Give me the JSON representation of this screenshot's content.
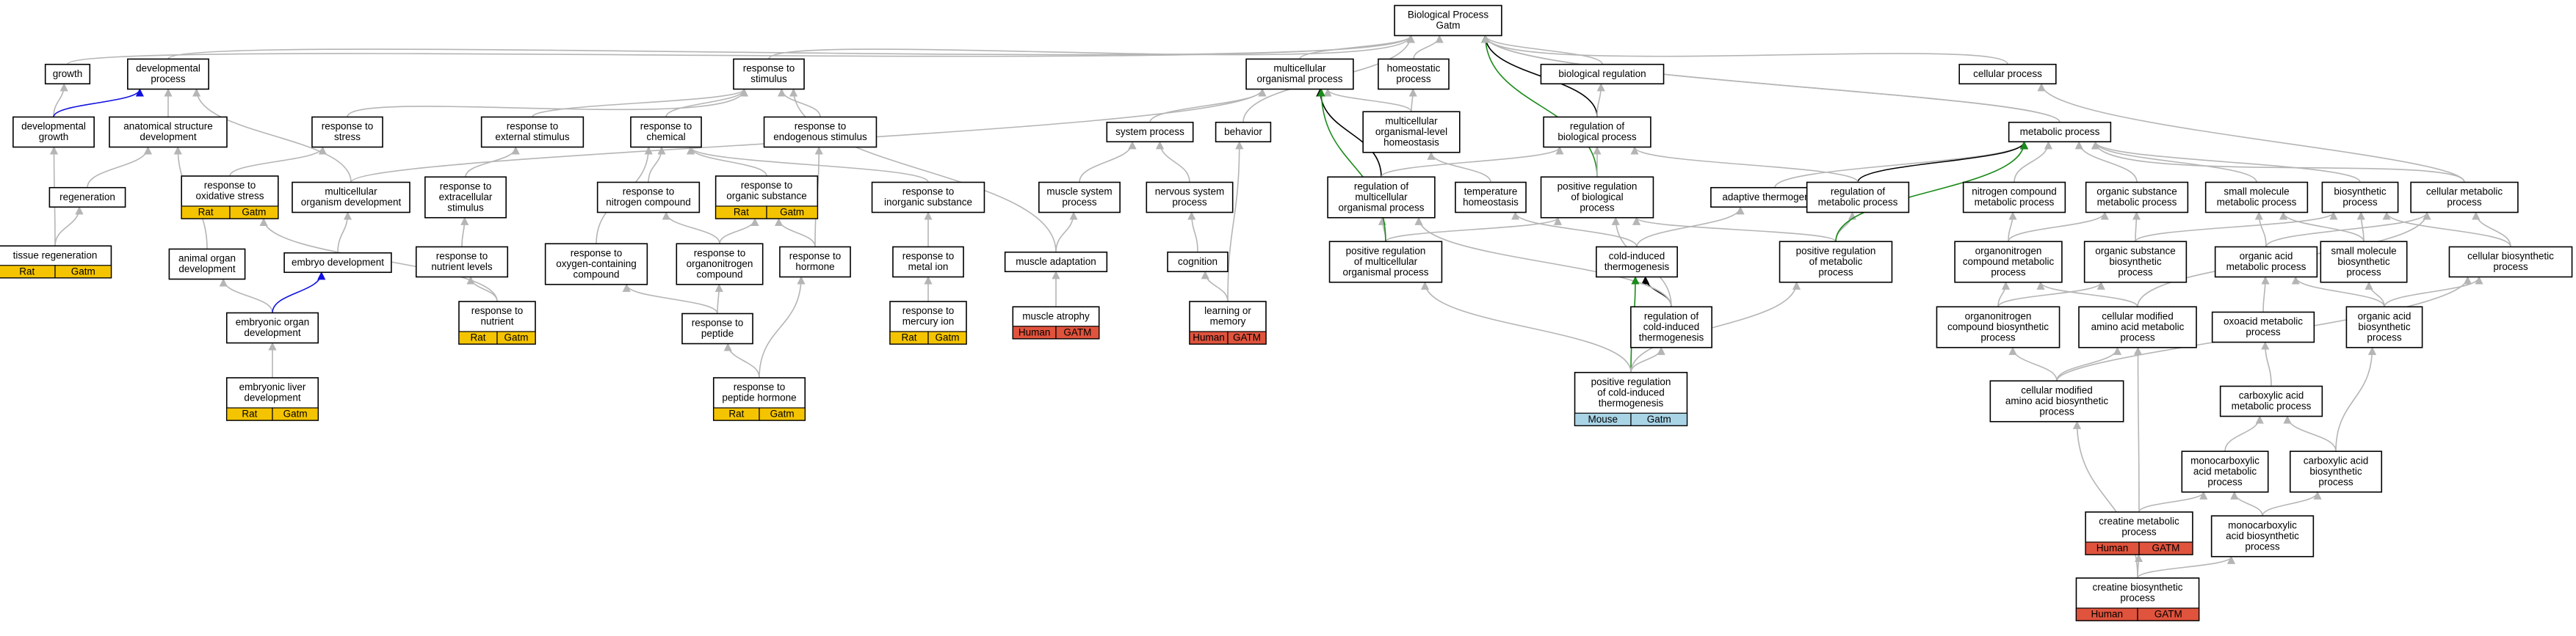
{
  "colors": {
    "edge_default": "#b5b5b5",
    "edge_blue": "#1010e0",
    "edge_black": "#000000",
    "edge_green": "#1a8a1a",
    "rat": "#f5c400",
    "human": "#e0533d",
    "mouse": "#a9d4e6"
  },
  "nodes": [
    {
      "id": "bp",
      "lines": [
        "Biological Process",
        "Gatm"
      ]
    },
    {
      "id": "growth",
      "lines": [
        "growth"
      ]
    },
    {
      "id": "devproc",
      "lines": [
        "developmental",
        "process"
      ]
    },
    {
      "id": "rstim",
      "lines": [
        "response to",
        "stimulus"
      ]
    },
    {
      "id": "multiorg",
      "lines": [
        "multicellular",
        "organismal process"
      ]
    },
    {
      "id": "homeo",
      "lines": [
        "homeostatic",
        "process"
      ]
    },
    {
      "id": "bioreg",
      "lines": [
        "biological regulation"
      ]
    },
    {
      "id": "cellproc",
      "lines": [
        "cellular process"
      ]
    },
    {
      "id": "devgrowth",
      "lines": [
        "developmental",
        "growth"
      ]
    },
    {
      "id": "anatdev",
      "lines": [
        "anatomical structure",
        "development"
      ]
    },
    {
      "id": "rstress",
      "lines": [
        "response to",
        "stress"
      ]
    },
    {
      "id": "rext",
      "lines": [
        "response to",
        "external stimulus"
      ]
    },
    {
      "id": "rchem",
      "lines": [
        "response to",
        "chemical"
      ]
    },
    {
      "id": "rendo",
      "lines": [
        "response to",
        "endogenous stimulus"
      ]
    },
    {
      "id": "sysproc",
      "lines": [
        "system process"
      ]
    },
    {
      "id": "behavior",
      "lines": [
        "behavior"
      ]
    },
    {
      "id": "multiorglevel",
      "lines": [
        "multicellular",
        "organismal-level",
        "homeostasis"
      ]
    },
    {
      "id": "regbio",
      "lines": [
        "regulation of",
        "biological process"
      ]
    },
    {
      "id": "metab",
      "lines": [
        "metabolic process"
      ]
    },
    {
      "id": "regen",
      "lines": [
        "regeneration"
      ]
    },
    {
      "id": "roxid",
      "lines": [
        "response to",
        "oxidative stress"
      ],
      "tag": {
        "species": "Rat",
        "gene": "Gatm"
      }
    },
    {
      "id": "multidev",
      "lines": [
        "multicellular",
        "organism development"
      ]
    },
    {
      "id": "rextcell",
      "lines": [
        "response to",
        "extracellular",
        "stimulus"
      ]
    },
    {
      "id": "rnitro",
      "lines": [
        "response to",
        "nitrogen compound"
      ]
    },
    {
      "id": "rorgsub",
      "lines": [
        "response to",
        "organic substance"
      ],
      "tag": {
        "species": "Rat",
        "gene": "Gatm"
      }
    },
    {
      "id": "rinorg",
      "lines": [
        "response to",
        "inorganic substance"
      ]
    },
    {
      "id": "musclesys",
      "lines": [
        "muscle system",
        "process"
      ]
    },
    {
      "id": "nervsys",
      "lines": [
        "nervous system",
        "process"
      ]
    },
    {
      "id": "regmulti",
      "lines": [
        "regulation of",
        "multicellular",
        "organismal process"
      ]
    },
    {
      "id": "temphomeo",
      "lines": [
        "temperature",
        "homeostasis"
      ]
    },
    {
      "id": "posregbio",
      "lines": [
        "positive regulation",
        "of biological",
        "process"
      ]
    },
    {
      "id": "adaptthermo",
      "lines": [
        "adaptive thermogenesis"
      ]
    },
    {
      "id": "regmetab",
      "lines": [
        "regulation of",
        "metabolic process"
      ]
    },
    {
      "id": "nitrometab",
      "lines": [
        "nitrogen compound",
        "metabolic process"
      ]
    },
    {
      "id": "orgsubmetab",
      "lines": [
        "organic substance",
        "metabolic process"
      ]
    },
    {
      "id": "smallmol",
      "lines": [
        "small molecule",
        "metabolic process"
      ]
    },
    {
      "id": "biosynth",
      "lines": [
        "biosynthetic",
        "process"
      ]
    },
    {
      "id": "cellmetab",
      "lines": [
        "cellular metabolic",
        "process"
      ]
    },
    {
      "id": "tissueregen",
      "lines": [
        "tissue regeneration"
      ],
      "tag": {
        "species": "Rat",
        "gene": "Gatm"
      }
    },
    {
      "id": "animorgan",
      "lines": [
        "animal organ",
        "development"
      ]
    },
    {
      "id": "embryodev",
      "lines": [
        "embryo development"
      ]
    },
    {
      "id": "rnutlev",
      "lines": [
        "response to",
        "nutrient levels"
      ]
    },
    {
      "id": "roxy",
      "lines": [
        "response to",
        "oxygen-containing",
        "compound"
      ]
    },
    {
      "id": "rorganonitro",
      "lines": [
        "response to",
        "organonitrogen",
        "compound"
      ]
    },
    {
      "id": "rhormone",
      "lines": [
        "response to",
        "hormone"
      ]
    },
    {
      "id": "rmetalion",
      "lines": [
        "response to",
        "metal ion"
      ]
    },
    {
      "id": "muscleadapt",
      "lines": [
        "muscle adaptation"
      ]
    },
    {
      "id": "cognition",
      "lines": [
        "cognition"
      ]
    },
    {
      "id": "posregmulti",
      "lines": [
        "positive regulation",
        "of multicellular",
        "organismal process"
      ]
    },
    {
      "id": "coldthermo",
      "lines": [
        "cold-induced",
        "thermogenesis"
      ]
    },
    {
      "id": "posregmetab",
      "lines": [
        "positive regulation",
        "of metabolic",
        "process"
      ]
    },
    {
      "id": "organonitrometab",
      "lines": [
        "organonitrogen",
        "compound metabolic",
        "process"
      ]
    },
    {
      "id": "orgsubbiosynth",
      "lines": [
        "organic substance",
        "biosynthetic",
        "process"
      ]
    },
    {
      "id": "orgacidmetab",
      "lines": [
        "organic acid",
        "metabolic process"
      ]
    },
    {
      "id": "smallmolbio",
      "lines": [
        "small molecule",
        "biosynthetic",
        "process"
      ]
    },
    {
      "id": "cellbiosynth",
      "lines": [
        "cellular biosynthetic",
        "process"
      ]
    },
    {
      "id": "rnutrient",
      "lines": [
        "response to",
        "nutrient"
      ],
      "tag": {
        "species": "Rat",
        "gene": "Gatm"
      }
    },
    {
      "id": "rpeptide",
      "lines": [
        "response to",
        "peptide"
      ]
    },
    {
      "id": "rmercury",
      "lines": [
        "response to",
        "mercury ion"
      ],
      "tag": {
        "species": "Rat",
        "gene": "Gatm"
      }
    },
    {
      "id": "muscleatrophy",
      "lines": [
        "muscle atrophy"
      ],
      "tag": {
        "species": "Human",
        "gene": "GATM"
      }
    },
    {
      "id": "learnmem",
      "lines": [
        "learning or",
        "memory"
      ],
      "tag": {
        "species": "Human",
        "gene": "GATM"
      }
    },
    {
      "id": "regcoldthermo",
      "lines": [
        "regulation of",
        "cold-induced",
        "thermogenesis"
      ]
    },
    {
      "id": "embryoorgan",
      "lines": [
        "embryonic organ",
        "development"
      ]
    },
    {
      "id": "organonitrobio",
      "lines": [
        "organonitrogen",
        "compound biosynthetic",
        "process"
      ]
    },
    {
      "id": "cellmodaa",
      "lines": [
        "cellular modified",
        "amino acid metabolic",
        "process"
      ]
    },
    {
      "id": "oxoacid",
      "lines": [
        "oxoacid metabolic",
        "process"
      ]
    },
    {
      "id": "orgacidbio",
      "lines": [
        "organic acid",
        "biosynthetic",
        "process"
      ]
    },
    {
      "id": "embryoliver",
      "lines": [
        "embryonic liver",
        "development"
      ],
      "tag": {
        "species": "Rat",
        "gene": "Gatm"
      }
    },
    {
      "id": "rpephormone",
      "lines": [
        "response to",
        "peptide hormone"
      ],
      "tag": {
        "species": "Rat",
        "gene": "Gatm"
      }
    },
    {
      "id": "posregcold",
      "lines": [
        "positive regulation",
        "of cold-induced",
        "thermogenesis"
      ],
      "tag": {
        "species": "Mouse",
        "gene": "Gatm"
      }
    },
    {
      "id": "cellmodaabio",
      "lines": [
        "cellular modified",
        "amino acid biosynthetic",
        "process"
      ]
    },
    {
      "id": "carboxmetab",
      "lines": [
        "carboxylic acid",
        "metabolic process"
      ]
    },
    {
      "id": "monocarbmetab",
      "lines": [
        "monocarboxylic",
        "acid metabolic",
        "process"
      ]
    },
    {
      "id": "carbbio",
      "lines": [
        "carboxylic acid",
        "biosynthetic",
        "process"
      ]
    },
    {
      "id": "creatmetab",
      "lines": [
        "creatine metabolic",
        "process"
      ],
      "tag": {
        "species": "Human",
        "gene": "GATM"
      }
    },
    {
      "id": "monocarbbio",
      "lines": [
        "monocarboxylic",
        "acid biosynthetic",
        "process"
      ]
    },
    {
      "id": "creatbio",
      "lines": [
        "creatine biosynthetic",
        "process"
      ],
      "tag": {
        "species": "Human",
        "gene": "GATM"
      }
    }
  ],
  "edges": [
    {
      "from": "growth",
      "to": "bp"
    },
    {
      "from": "devproc",
      "to": "bp"
    },
    {
      "from": "rstim",
      "to": "bp"
    },
    {
      "from": "multiorg",
      "to": "bp"
    },
    {
      "from": "homeo",
      "to": "bp"
    },
    {
      "from": "bioreg",
      "to": "bp"
    },
    {
      "from": "cellproc",
      "to": "bp"
    },
    {
      "from": "metab",
      "to": "bp"
    },
    {
      "from": "regbio",
      "to": "bp",
      "kind": "black"
    },
    {
      "from": "posregbio",
      "to": "bp",
      "kind": "green"
    },
    {
      "from": "devgrowth",
      "to": "growth"
    },
    {
      "from": "devgrowth",
      "to": "devproc",
      "kind": "blue"
    },
    {
      "from": "anatdev",
      "to": "devproc"
    },
    {
      "from": "rstress",
      "to": "rstim"
    },
    {
      "from": "rext",
      "to": "rstim"
    },
    {
      "from": "rchem",
      "to": "rstim"
    },
    {
      "from": "rendo",
      "to": "rstim"
    },
    {
      "from": "sysproc",
      "to": "multiorg"
    },
    {
      "from": "behavior",
      "to": "bp"
    },
    {
      "from": "multiorglevel",
      "to": "multiorg"
    },
    {
      "from": "multiorglevel",
      "to": "homeo"
    },
    {
      "from": "regbio",
      "to": "bioreg"
    },
    {
      "from": "metab",
      "to": "bp"
    },
    {
      "from": "regen",
      "to": "anatdev"
    },
    {
      "from": "roxid",
      "to": "rstress"
    },
    {
      "from": "multidev",
      "to": "devproc"
    },
    {
      "from": "multidev",
      "to": "multiorg"
    },
    {
      "from": "rextcell",
      "to": "rext"
    },
    {
      "from": "rnitro",
      "to": "rchem"
    },
    {
      "from": "rorgsub",
      "to": "rchem"
    },
    {
      "from": "rinorg",
      "to": "rchem"
    },
    {
      "from": "musclesys",
      "to": "sysproc"
    },
    {
      "from": "nervsys",
      "to": "sysproc"
    },
    {
      "from": "regmulti",
      "to": "multiorg",
      "kind": "black"
    },
    {
      "from": "regmulti",
      "to": "regbio"
    },
    {
      "from": "temphomeo",
      "to": "multiorglevel"
    },
    {
      "from": "posregbio",
      "to": "regbio"
    },
    {
      "from": "adaptthermo",
      "to": "metab"
    },
    {
      "from": "regmetab",
      "to": "metab",
      "kind": "black"
    },
    {
      "from": "regmetab",
      "to": "regbio"
    },
    {
      "from": "nitrometab",
      "to": "metab"
    },
    {
      "from": "orgsubmetab",
      "to": "metab"
    },
    {
      "from": "smallmol",
      "to": "metab"
    },
    {
      "from": "biosynth",
      "to": "metab"
    },
    {
      "from": "cellmetab",
      "to": "metab"
    },
    {
      "from": "cellmetab",
      "to": "cellproc"
    },
    {
      "from": "tissueregen",
      "to": "regen"
    },
    {
      "from": "tissueregen",
      "to": "devgrowth"
    },
    {
      "from": "animorgan",
      "to": "anatdev"
    },
    {
      "from": "embryodev",
      "to": "multidev"
    },
    {
      "from": "rnutlev",
      "to": "rextcell"
    },
    {
      "from": "roxy",
      "to": "rchem"
    },
    {
      "from": "rorganonitro",
      "to": "rnitro"
    },
    {
      "from": "rorganonitro",
      "to": "rorgsub"
    },
    {
      "from": "rhormone",
      "to": "rorgsub"
    },
    {
      "from": "rhormone",
      "to": "rendo"
    },
    {
      "from": "rmetalion",
      "to": "rinorg"
    },
    {
      "from": "muscleadapt",
      "to": "musclesys"
    },
    {
      "from": "muscleadapt",
      "to": "rstim"
    },
    {
      "from": "cognition",
      "to": "nervsys"
    },
    {
      "from": "posregmulti",
      "to": "regmulti"
    },
    {
      "from": "posregmulti",
      "to": "posregbio"
    },
    {
      "from": "posregmulti",
      "to": "multiorg",
      "kind": "green"
    },
    {
      "from": "coldthermo",
      "to": "temphomeo"
    },
    {
      "from": "coldthermo",
      "to": "adaptthermo"
    },
    {
      "from": "posregmetab",
      "to": "regmetab"
    },
    {
      "from": "posregmetab",
      "to": "posregbio"
    },
    {
      "from": "posregmetab",
      "to": "metab",
      "kind": "green"
    },
    {
      "from": "organonitrometab",
      "to": "nitrometab"
    },
    {
      "from": "organonitrometab",
      "to": "orgsubmetab"
    },
    {
      "from": "orgsubbiosynth",
      "to": "orgsubmetab"
    },
    {
      "from": "orgsubbiosynth",
      "to": "biosynth"
    },
    {
      "from": "orgacidmetab",
      "to": "smallmol"
    },
    {
      "from": "orgacidmetab",
      "to": "cellmetab"
    },
    {
      "from": "smallmolbio",
      "to": "smallmol"
    },
    {
      "from": "smallmolbio",
      "to": "biosynth"
    },
    {
      "from": "cellbiosynth",
      "to": "cellmetab"
    },
    {
      "from": "cellbiosynth",
      "to": "biosynth"
    },
    {
      "from": "rnutrient",
      "to": "rnutlev"
    },
    {
      "from": "rnutrient",
      "to": "roxid"
    },
    {
      "from": "rpeptide",
      "to": "rorganonitro"
    },
    {
      "from": "rpeptide",
      "to": "roxy"
    },
    {
      "from": "rmercury",
      "to": "rmetalion"
    },
    {
      "from": "muscleatrophy",
      "to": "muscleadapt"
    },
    {
      "from": "learnmem",
      "to": "cognition"
    },
    {
      "from": "learnmem",
      "to": "behavior"
    },
    {
      "from": "regcoldthermo",
      "to": "coldthermo",
      "kind": "black"
    },
    {
      "from": "regcoldthermo",
      "to": "regmulti"
    },
    {
      "from": "regcoldthermo",
      "to": "posregbio"
    },
    {
      "from": "embryoorgan",
      "to": "animorgan"
    },
    {
      "from": "embryoorgan",
      "to": "embryodev",
      "kind": "blue"
    },
    {
      "from": "organonitrobio",
      "to": "organonitrometab"
    },
    {
      "from": "organonitrobio",
      "to": "orgsubbiosynth"
    },
    {
      "from": "cellmodaa",
      "to": "organonitrometab"
    },
    {
      "from": "cellmodaa",
      "to": "cellmetab"
    },
    {
      "from": "oxoacid",
      "to": "orgacidmetab"
    },
    {
      "from": "orgacidbio",
      "to": "orgacidmetab"
    },
    {
      "from": "orgacidbio",
      "to": "smallmolbio"
    },
    {
      "from": "orgacidbio",
      "to": "cellbiosynth"
    },
    {
      "from": "embryoliver",
      "to": "embryoorgan"
    },
    {
      "from": "rpephormone",
      "to": "rpeptide"
    },
    {
      "from": "rpephormone",
      "to": "rhormone"
    },
    {
      "from": "posregcold",
      "to": "regcoldthermo"
    },
    {
      "from": "posregcold",
      "to": "coldthermo",
      "kind": "green"
    },
    {
      "from": "posregcold",
      "to": "posregmulti"
    },
    {
      "from": "posregcold",
      "to": "posregmetab"
    },
    {
      "from": "cellmodaabio",
      "to": "cellmodaa"
    },
    {
      "from": "cellmodaabio",
      "to": "organonitrobio"
    },
    {
      "from": "cellmodaabio",
      "to": "cellbiosynth"
    },
    {
      "from": "carboxmetab",
      "to": "oxoacid"
    },
    {
      "from": "monocarbmetab",
      "to": "carboxmetab"
    },
    {
      "from": "carbbio",
      "to": "carboxmetab"
    },
    {
      "from": "carbbio",
      "to": "orgacidbio"
    },
    {
      "from": "creatmetab",
      "to": "cellmodaa"
    },
    {
      "from": "creatmetab",
      "to": "monocarbmetab"
    },
    {
      "from": "monocarbbio",
      "to": "monocarbmetab"
    },
    {
      "from": "monocarbbio",
      "to": "carbbio"
    },
    {
      "from": "creatbio",
      "to": "creatmetab"
    },
    {
      "from": "creatbio",
      "to": "monocarbbio"
    },
    {
      "from": "creatbio",
      "to": "cellmodaabio"
    }
  ]
}
